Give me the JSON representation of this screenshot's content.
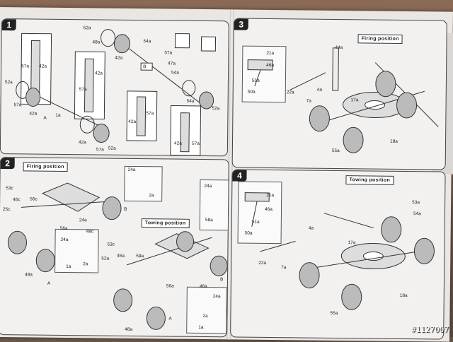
{
  "steps": [
    {
      "number": "1",
      "position_label": ""
    },
    {
      "number": "2",
      "position_label": "Firing position",
      "position_label_2": "Towing position"
    },
    {
      "number": "3",
      "position_label": "Firing position"
    },
    {
      "number": "4",
      "position_label": "Towing position"
    }
  ],
  "step1_labels": [
    "52a",
    "57a",
    "42a",
    "54a",
    "48a",
    "57a",
    "42a",
    "54a",
    "B",
    "47a",
    "52a",
    "57a",
    "42a",
    "A",
    "1a",
    "57a",
    "42a",
    "57a",
    "42a",
    "52a",
    "42a",
    "57a",
    "42a",
    "57a",
    "54a",
    "52a"
  ],
  "step2_labels": [
    "53c",
    "46c",
    "56c",
    "25c",
    "24a",
    "2a",
    "56a",
    "24a",
    "48c",
    "B",
    "24a",
    "1a",
    "2a",
    "53c",
    "52a",
    "46a",
    "59a",
    "A",
    "48a",
    "24a",
    "58a",
    "56a",
    "48a",
    "B",
    "24a",
    "2a",
    "1a",
    "48a",
    "A"
  ],
  "step3_labels": [
    "21a",
    "46a",
    "51a",
    "50a",
    "22a",
    "7a",
    "4a",
    "44a",
    "17a",
    "55a",
    "18a"
  ],
  "step4_labels": [
    "21a",
    "46a",
    "51a",
    "50a",
    "22a",
    "7a",
    "4a",
    "17a",
    "18a",
    "55a",
    "53a",
    "54a"
  ],
  "footer": {
    "sheet_id": "#1127007"
  },
  "colors": {
    "ink": "#222222",
    "paper": "#f3f1f0"
  }
}
